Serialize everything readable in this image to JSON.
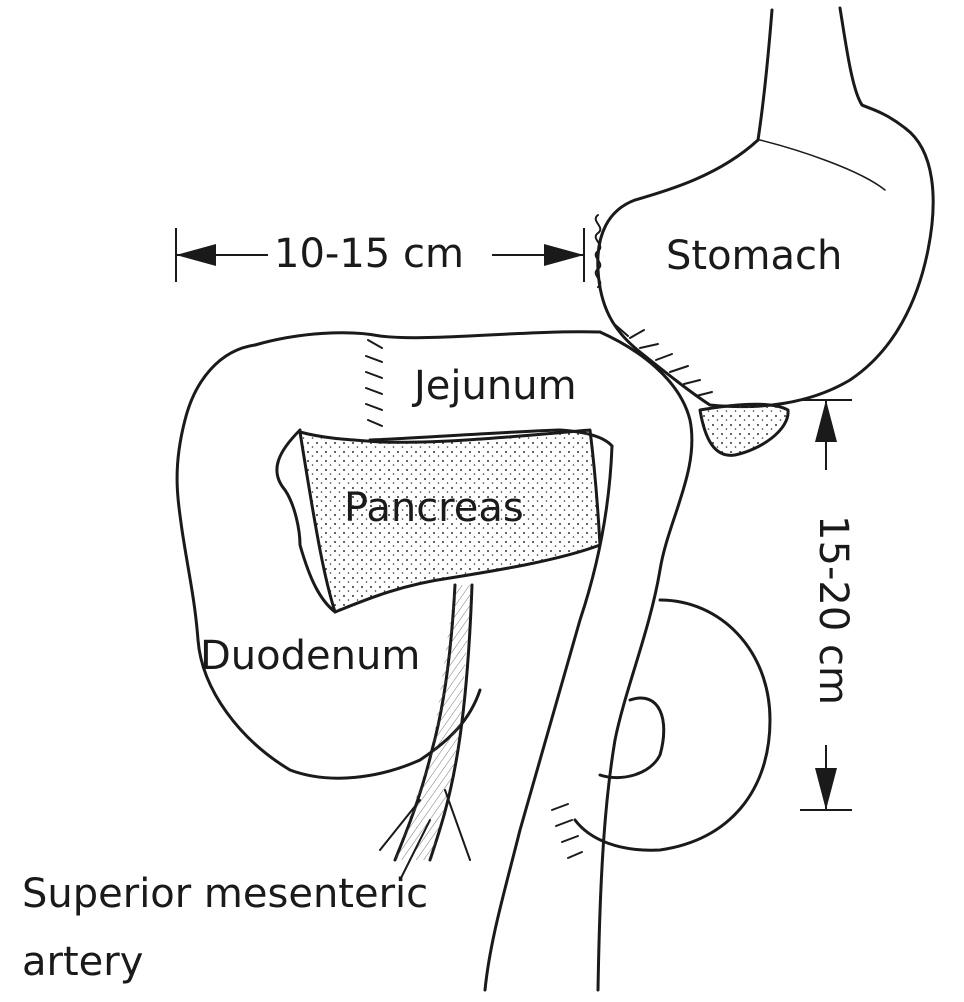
{
  "labels": {
    "stomach": "Stomach",
    "jejunum": "Jejunum",
    "pancreas": "Pancreas",
    "duodenum": "Duodenum",
    "sma_line1": "Superior mesenteric",
    "sma_line2": "artery"
  },
  "dimensions": {
    "horizontal": "10-15 cm",
    "vertical": "15-20 cm"
  }
}
